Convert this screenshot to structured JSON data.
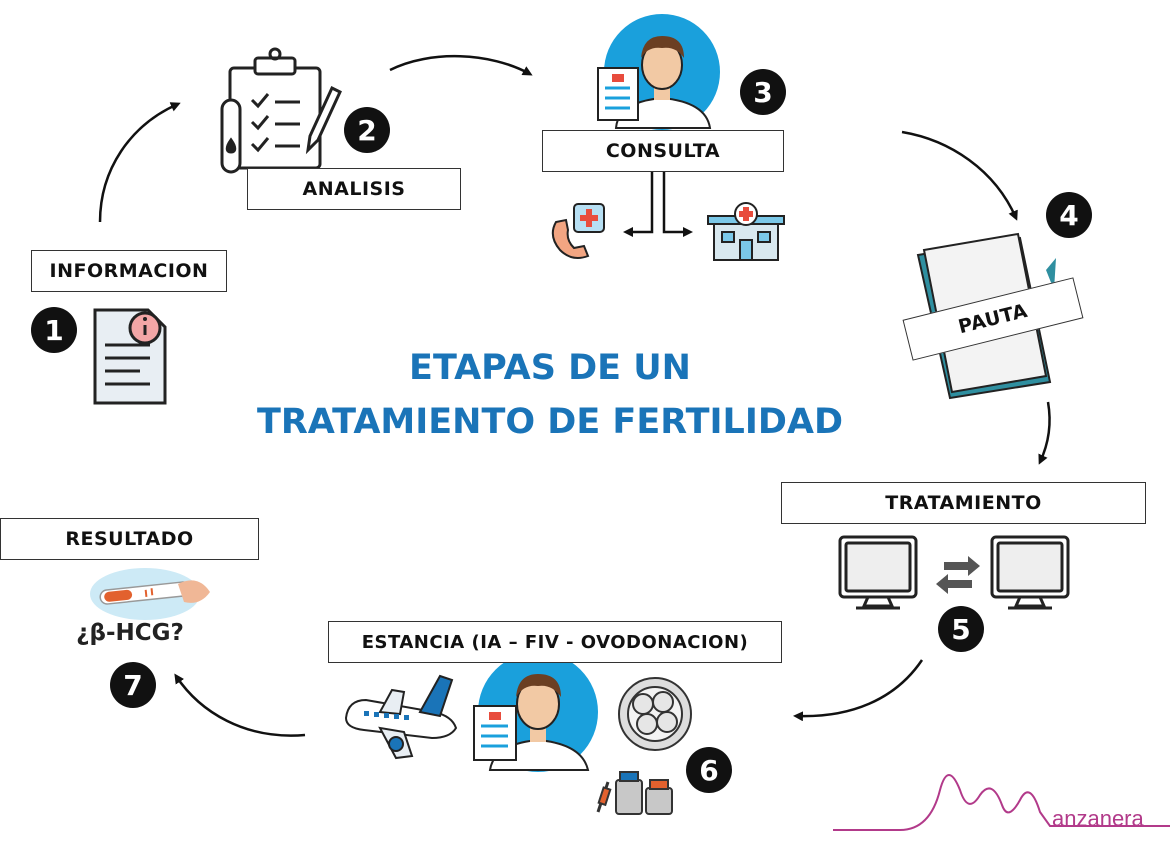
{
  "title": {
    "line1": "ETAPAS DE UN",
    "line2": "TRATAMIENTO DE FERTILIDAD"
  },
  "steps": [
    {
      "number": "1",
      "label": "INFORMACION"
    },
    {
      "number": "2",
      "label": "ANALISIS"
    },
    {
      "number": "3",
      "label": "CONSULTA"
    },
    {
      "number": "4",
      "label": "PAUTA"
    },
    {
      "number": "5",
      "label": "TRATAMIENTO"
    },
    {
      "number": "6",
      "label": "ESTANCIA (IA – FIV - OVODONACION)"
    },
    {
      "number": "7",
      "label": "RESULTADO"
    }
  ],
  "result_note": "¿β-HCG?",
  "brand": "anzanera",
  "colors": {
    "title": "#1a74b8",
    "brand": "#b23a8a",
    "doctor_bg": "#1aa0dc",
    "badge": "#111111"
  },
  "icons": {
    "step1": "info-document-icon",
    "step2": "clipboard-test-tube-icon",
    "step3": "doctor-icon",
    "step4": "notebook-icon",
    "step5": "computer-exchange-icon",
    "step6": "airplane-doctor-embryo-icon",
    "step7": "pregnancy-test-icon"
  }
}
